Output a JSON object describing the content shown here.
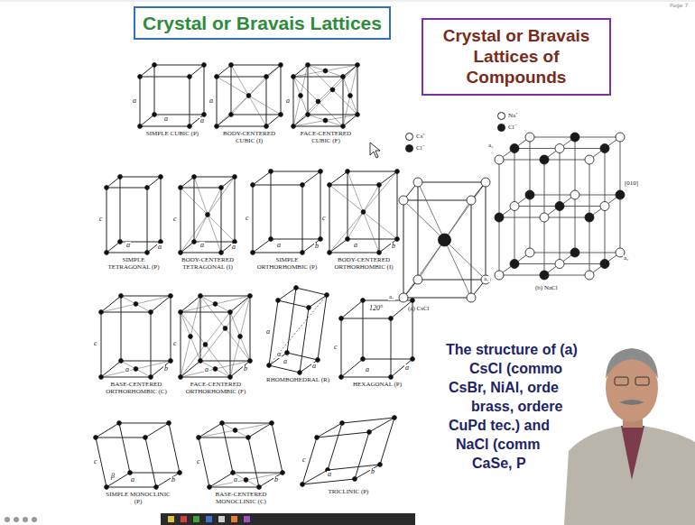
{
  "diagram": {
    "nodes": [
      {
        "text": [
          "Crystal or Bravais Lattices"
        ]
      },
      {
        "text": [
          "Crystal or Bravais Lattices of Compounds"
        ]
      }
    ],
    "labels": [
      "Page 7",
      "SIMPLE CUBIC (P)",
      "BODY-CENTERED CUBIC (I)",
      "FACE-CENTERED CUBIC (F)",
      "SIMPLE TETRAGONAL (P)",
      "BODY-CENTERED TETRAGONAL (I)",
      "SIMPLE ORTHORHOMBIC (P)",
      "BODY-CENTERED ORTHORHOMBIC (I)",
      "BASE-CENTERED ORTHORHOMBIC (C)",
      "FACE-CENTERED ORTHORHOMBIC (F)",
      "RHOMBOHEDRAL (R)",
      "HEXAGONAL (P)",
      "SIMPLE MONOCLINIC (P)",
      "BASE-CENTERED MONOCLINIC (C)",
      "TRICLINIC (P)",
      "a",
      "a",
      "a",
      "a",
      "a",
      "c",
      "a",
      "a",
      "c",
      "a",
      "a",
      "c",
      "b",
      "a",
      "c",
      "b",
      "a",
      "c",
      "b",
      "a",
      "c",
      "b",
      "a",
      "a",
      "a",
      "a",
      "α",
      "c",
      "a",
      "a",
      "120°",
      "c",
      "b",
      "a",
      "β",
      "c",
      "b",
      "a",
      "c",
      "b",
      "a",
      "(a) CsCl",
      "(b) NaCl",
      "[010]",
      "a₁",
      "a₁",
      "a₂",
      "a₃",
      "The structure of (a)",
      "CsCl (commo",
      "CsBr, NiAl, orde",
      "brass, ordere",
      "CuPd tec.) and",
      "NaCl (comm",
      "CaSe, P"
    ],
    "legend": [
      {
        "text": "Cs⁺",
        "color": "#ffffff"
      },
      {
        "text": "Cl⁻",
        "color": "#1a1a1a"
      },
      {
        "text": "Na⁺",
        "color": "#ffffff"
      },
      {
        "text": "Cl⁻",
        "color": "#1a1a1a"
      }
    ]
  }
}
